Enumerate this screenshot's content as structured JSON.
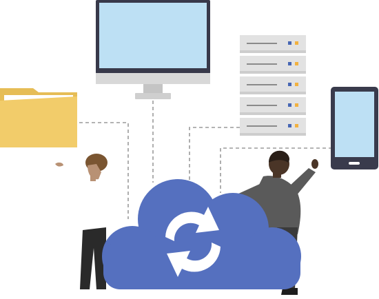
{
  "illustration": {
    "subject": "cloud-sync",
    "devices": [
      "monitor",
      "server-rack",
      "tablet",
      "folder"
    ],
    "colors": {
      "cloud": "#5570bf",
      "monitor_screen": "#bde0f4",
      "monitor_frame": "#38394a",
      "monitor_stand": "#cccccc",
      "server_unit": "#e2e2e2",
      "server_slot": "#8a8a8a",
      "server_led_blue": "#4766b4",
      "server_led_orange": "#f2b13f",
      "tablet_frame": "#393b4c",
      "tablet_screen": "#bde0f4",
      "folder_back": "#e6bd56",
      "folder_front": "#f2cc6a",
      "connector_line": "#9a9a9a",
      "person_dark": "#5a5a5a",
      "skin_dark": "#4a3527",
      "skin_light": "#b89174"
    },
    "servers": [
      1,
      2,
      3,
      4,
      5
    ]
  }
}
